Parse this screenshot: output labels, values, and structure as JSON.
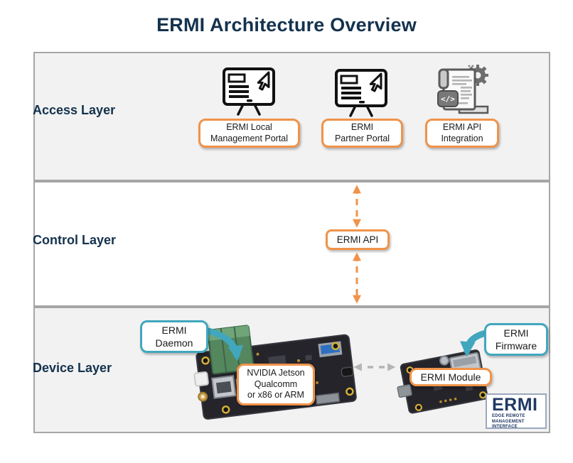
{
  "title": "ERMI Architecture Overview",
  "layers": {
    "access": {
      "label": "Access Layer"
    },
    "control": {
      "label": "Control Layer"
    },
    "device": {
      "label": "Device Layer"
    }
  },
  "access_items": [
    {
      "icon": "monitor-cursor-icon",
      "lines": [
        "ERMI Local",
        "Management Portal"
      ]
    },
    {
      "icon": "monitor-cursor-icon",
      "lines": [
        "ERMI",
        "Partner Portal"
      ]
    },
    {
      "icon": "api-document-gear-icon",
      "lines": [
        "ERMI API",
        "Integration"
      ]
    }
  ],
  "control": {
    "api_label": "ERMI API"
  },
  "device": {
    "daemon": {
      "lines": [
        "ERMI",
        "Daemon"
      ]
    },
    "host_board": {
      "lines": [
        "NVIDIA Jetson",
        "Qualcomm",
        "or x86 or ARM"
      ]
    },
    "module": {
      "label": "ERMI Module"
    },
    "firmware": {
      "lines": [
        "ERMI",
        "Firmware"
      ]
    },
    "logo": {
      "wordmark": "ERMI",
      "tagline_line1": "EDGE REMOTE",
      "tagline_line2": "MANAGEMENT INTERFACE"
    }
  },
  "icons": {
    "code_badge_glyph": "</>"
  },
  "colors": {
    "accent_orange": "#F0934A",
    "accent_teal": "#41A7BE",
    "navy": "#14324E",
    "layer_fill": "#F2F2F2",
    "layer_border": "#A6A6A6",
    "dashed_gray": "#B5B5B5"
  }
}
